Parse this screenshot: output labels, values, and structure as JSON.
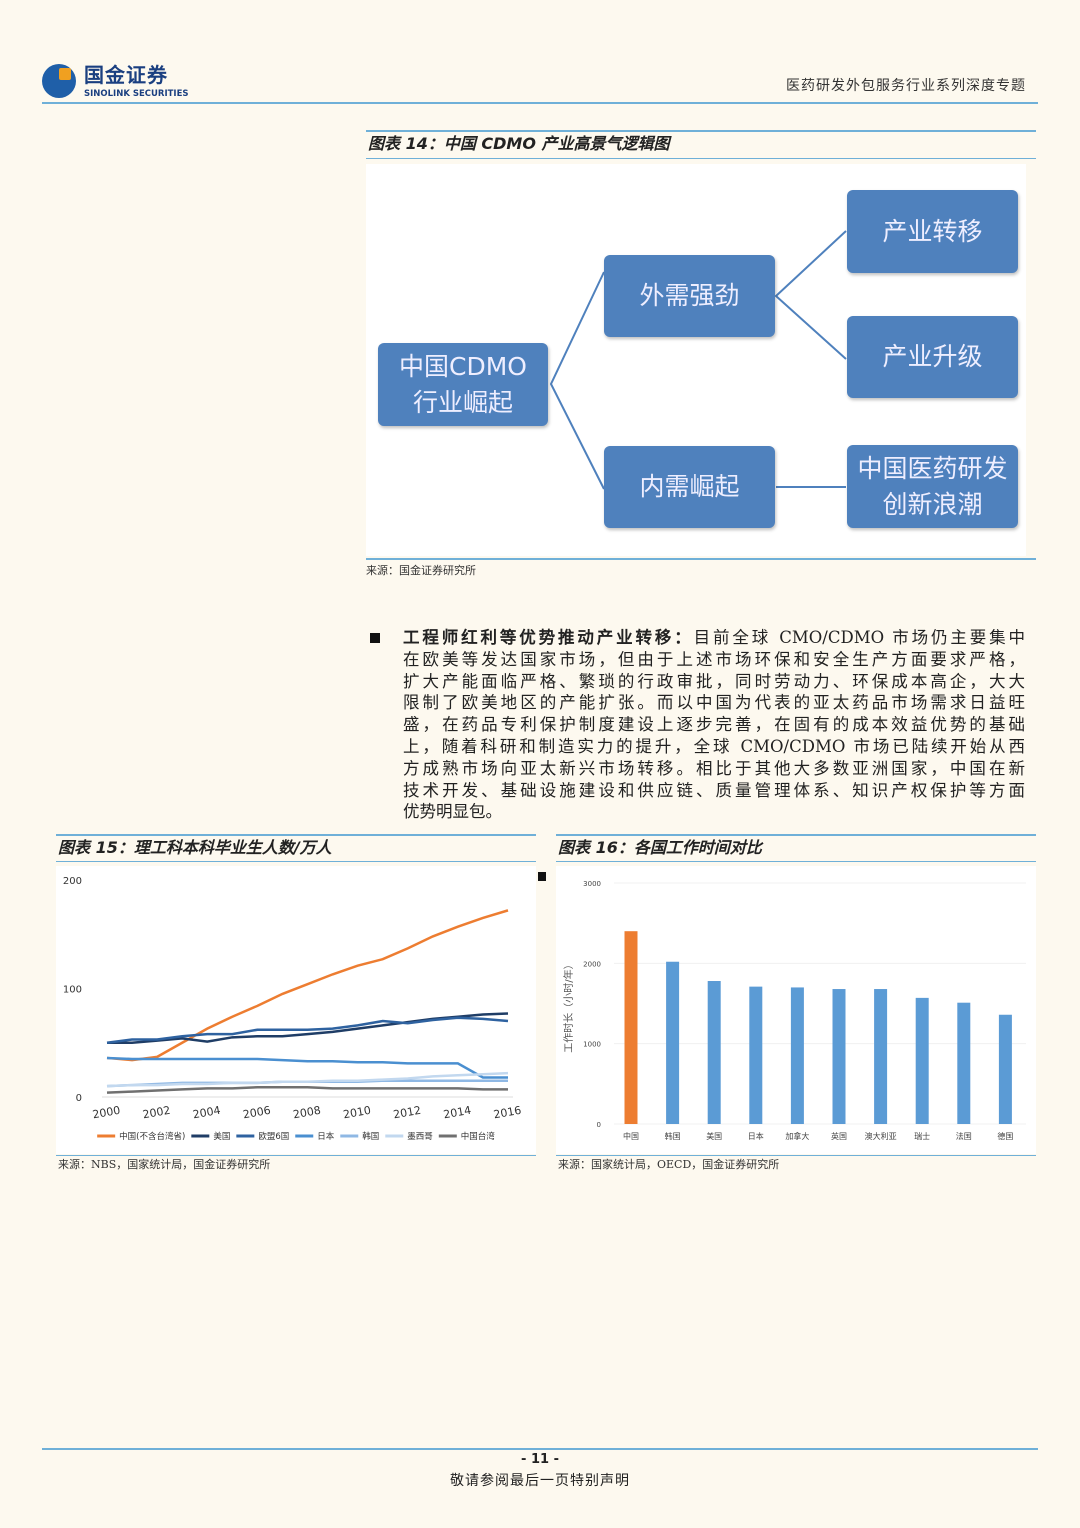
{
  "header": {
    "logo_cn": "国金证券",
    "logo_en": "SINOLINK SECURITIES",
    "report_title": "医药研发外包服务行业系列深度专题"
  },
  "figure14": {
    "title": "图表 14：中国 CDMO 产业高景气逻辑图",
    "root": [
      "中国CDMO",
      "行业崛起"
    ],
    "mid_top": "外需强劲",
    "mid_bottom": "内需崛起",
    "leaf1": "产业转移",
    "leaf2": "产业升级",
    "leaf3": [
      "中国医药研发",
      "创新浪潮"
    ],
    "source": "来源：国金证券研究所"
  },
  "body": {
    "lead": "工程师红利等优势推动产业转移：",
    "lines": [
      "目前全球 CMO/CDMO 市场仍主要集中",
      "在欧美等发达国家市场，但由于上述市场环保和安全生产方面要求严格，",
      "扩大产能面临严格、繁琐的行政审批，同时劳动力、环保成本高企，大大",
      "限制了欧美地区的产能扩张。而以中国为代表的亚太药品市场需求日益旺",
      "盛，在药品专利保护制度建设上逐步完善，在固有的成本效益优势的基础",
      "上，随着科研和制造实力的提升，全球 CMO/CDMO 市场已陆续开始从西",
      "方成熟市场向亚太新兴市场转移。相比于其他大多数亚洲国家，中国在新",
      "技术开发、基础设施建设和供应链、质量管理体系、知识产权保护等方面",
      "优势明显包。"
    ]
  },
  "figure15": {
    "title": "图表 15：理工科本科毕业生人数/万人",
    "source": "来源：NBS，国家统计局，国金证券研究所"
  },
  "figure16": {
    "title": "图表 16：各国工作时间对比",
    "source": "来源：国家统计局，OECD，国金证券研究所"
  },
  "chart_data": [
    {
      "type": "line",
      "title": "理工科本科毕业生人数/万人",
      "ylim": [
        0,
        200
      ],
      "yticks": [
        "0",
        "100",
        "200"
      ],
      "x": [
        2000,
        2001,
        2002,
        2003,
        2004,
        2005,
        2006,
        2007,
        2008,
        2009,
        2010,
        2011,
        2012,
        2013,
        2014,
        2015,
        2016
      ],
      "xticks": [
        "2000",
        "2002",
        "2004",
        "2006",
        "2008",
        "2010",
        "2012",
        "2014",
        "2016"
      ],
      "legend": "bottom",
      "series": [
        {
          "name": "中国(不含台湾省)",
          "color": "#ed7d31",
          "values": [
            36,
            34,
            37,
            50,
            63,
            74,
            84,
            95,
            104,
            113,
            121,
            127,
            137,
            148,
            157,
            165,
            172
          ]
        },
        {
          "name": "美国",
          "color": "#1f3d66",
          "values": [
            50,
            50,
            52,
            54,
            51,
            55,
            56,
            56,
            58,
            60,
            63,
            66,
            69,
            72,
            74,
            76,
            77
          ]
        },
        {
          "name": "欧盟6国",
          "color": "#2e62a0",
          "values": [
            50,
            53,
            53,
            56,
            58,
            58,
            62,
            62,
            62,
            63,
            66,
            70,
            68,
            71,
            73,
            72,
            70
          ]
        },
        {
          "name": "日本",
          "color": "#4a8fd0",
          "values": [
            36,
            35,
            35,
            35,
            35,
            35,
            35,
            34,
            33,
            33,
            32,
            32,
            31,
            31,
            31,
            18,
            18
          ]
        },
        {
          "name": "韩国",
          "color": "#8fb8e4",
          "values": [
            10,
            11,
            12,
            13,
            13,
            13,
            13,
            14,
            14,
            14,
            14,
            15,
            15,
            15,
            15,
            15,
            15
          ]
        },
        {
          "name": "墨西哥",
          "color": "#c2d8ef",
          "values": [
            10,
            11,
            11,
            12,
            12,
            13,
            13,
            14,
            14,
            15,
            15,
            16,
            17,
            19,
            20,
            21,
            22
          ]
        },
        {
          "name": "中国台湾",
          "color": "#707070",
          "values": [
            4,
            5,
            6,
            7,
            8,
            8,
            9,
            9,
            9,
            8,
            8,
            8,
            8,
            8,
            8,
            7,
            7
          ]
        }
      ]
    },
    {
      "type": "bar",
      "title": "各国工作时间对比",
      "ylabel": "工作时长（小时/年）",
      "ylim": [
        0,
        3000
      ],
      "yticks": [
        "0",
        "1000",
        "2000",
        "3000"
      ],
      "categories": [
        "中国",
        "韩国",
        "美国",
        "日本",
        "加拿大",
        "英国",
        "澳大利亚",
        "瑞士",
        "法国",
        "德国"
      ],
      "values": [
        2400,
        2020,
        1780,
        1710,
        1700,
        1680,
        1680,
        1570,
        1510,
        1360
      ],
      "colors": {
        "highlight": "#ed7d31",
        "default": "#5b9bd5"
      }
    }
  ],
  "footer": {
    "page": "- 11 -",
    "note": "敬请参阅最后一页特别声明"
  }
}
